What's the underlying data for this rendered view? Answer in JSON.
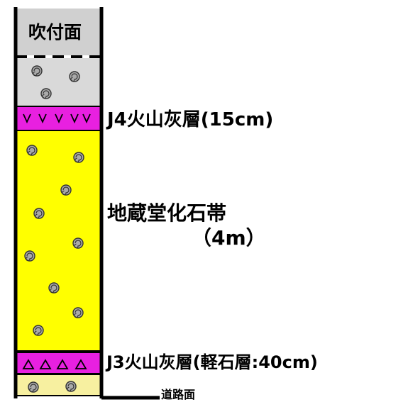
{
  "column": {
    "layers": [
      {
        "id": "surface-slope",
        "label": "吹付面",
        "fill": "#d0d0d0"
      },
      {
        "id": "upper-gray-fossil-layer",
        "fill": "#d9d9d9",
        "fossils": true
      },
      {
        "id": "j4-ash",
        "fill": "#e820e0",
        "pattern": "v-marks"
      },
      {
        "id": "jizodo-fossil-zone",
        "fill": "#ffff00",
        "fossils": true
      },
      {
        "id": "j3-ash",
        "fill": "#e820e0",
        "pattern": "triangle-marks"
      },
      {
        "id": "lower-pale-yellow-fossil-layer",
        "fill": "#f7f0a0",
        "fossils": true
      }
    ],
    "border_color": "#000000"
  },
  "labels": {
    "surface": "吹付面",
    "j4": "J4火山灰層(15cm)",
    "zone_name": "地蔵堂化石帯",
    "zone_thickness": "（4m）",
    "j3": "J3火山灰層(軽石層:40cm)",
    "road": "道路面"
  },
  "colors": {
    "ash_magenta": "#e820e0",
    "fossil_yellow": "#ffff00",
    "gray_top": "#d0d0d0",
    "gray_layer": "#d9d9d9",
    "pale_yellow": "#f7f0a0"
  }
}
